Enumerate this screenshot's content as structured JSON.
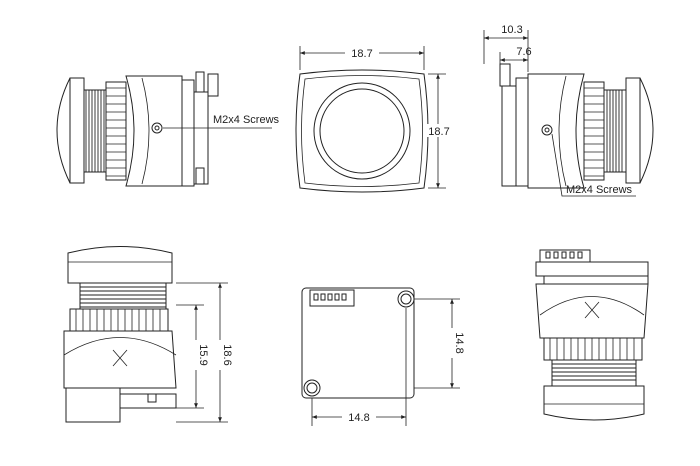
{
  "drawing": {
    "dimensions": {
      "front_width": "18.7",
      "front_height": "18.7",
      "side_depth_total": "10.3",
      "side_depth_body": "7.6",
      "height_body": "15.9",
      "height_total": "18.6",
      "board_width": "14.8",
      "board_height": "14.8"
    },
    "labels": {
      "screws_left": "M2x4 Screws",
      "screws_right": "M2x4 Screws"
    }
  }
}
